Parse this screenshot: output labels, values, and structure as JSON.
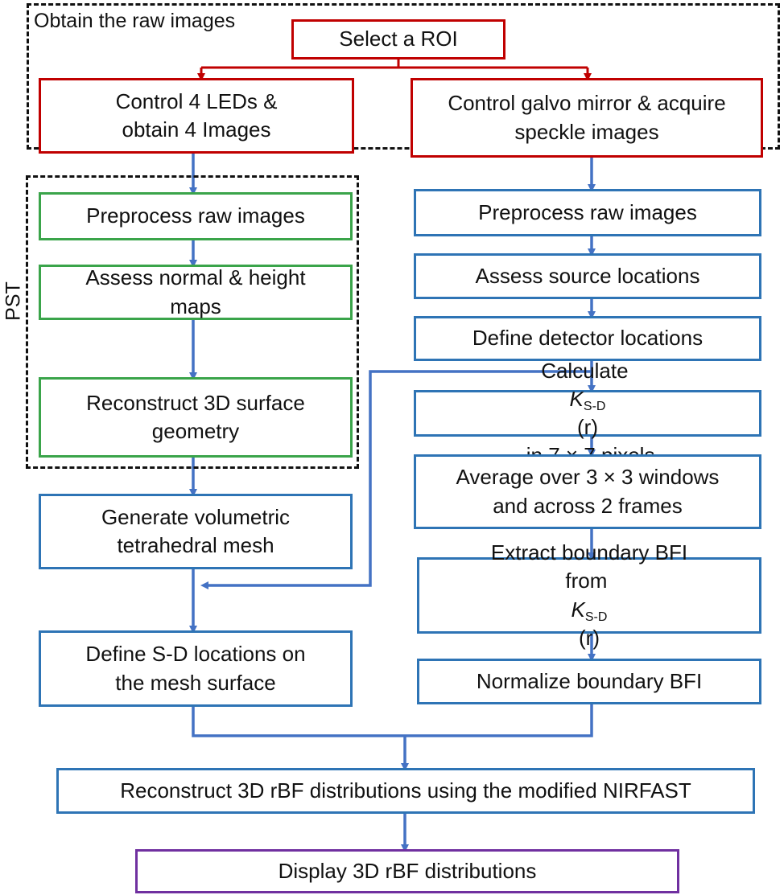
{
  "groups": {
    "raw_images": {
      "label": "Obtain the raw images"
    },
    "pst": {
      "label": "PST"
    }
  },
  "colors": {
    "arrow": "#4472c4",
    "blue": "#2e74b5",
    "red": "#c00000",
    "green": "#3aa44a",
    "purple": "#7030a0",
    "dashed": "#111111"
  },
  "nodes": {
    "select_roi": {
      "lines": [
        "Select a ROI"
      ]
    },
    "control_leds": {
      "lines": [
        "Control 4 LEDs &",
        "obtain 4 Images"
      ]
    },
    "control_galvo": {
      "lines": [
        "Control galvo mirror & acquire",
        "speckle images"
      ]
    },
    "preprocess_left": {
      "lines": [
        "Preprocess raw images"
      ]
    },
    "assess_normal": {
      "lines": [
        "Assess normal & height",
        "maps"
      ]
    },
    "reconstruct_surface": {
      "lines": [
        "Reconstruct 3D surface",
        "geometry"
      ]
    },
    "generate_mesh": {
      "lines": [
        "Generate volumetric",
        "tetrahedral mesh"
      ]
    },
    "define_sd": {
      "lines": [
        "Define S-D locations on",
        "the mesh surface"
      ]
    },
    "preprocess_right": {
      "lines": [
        "Preprocess raw images"
      ]
    },
    "assess_source": {
      "lines": [
        "Assess source locations"
      ]
    },
    "define_detector": {
      "lines": [
        "Define detector locations"
      ]
    },
    "calculate_k": {
      "prefix": "Calculate ",
      "var": "K",
      "sub": "S-D",
      "arg": "(r)",
      "suffix": " in 7 × 7 pixels"
    },
    "average": {
      "lines": [
        "Average over 3 × 3 windows",
        "and across 2 frames"
      ]
    },
    "extract_bfi": {
      "line1": "Extract boundary BFI",
      "prefix": "from ",
      "var": "K",
      "sub": "S-D",
      "arg": "(r)"
    },
    "normalize_bfi": {
      "lines": [
        "Normalize boundary BFI"
      ]
    },
    "reconstruct_rbf": {
      "lines": [
        "Reconstruct 3D rBF distributions using the modified NIRFAST"
      ]
    },
    "display_rbf": {
      "lines": [
        "Display 3D rBF distributions"
      ]
    }
  }
}
